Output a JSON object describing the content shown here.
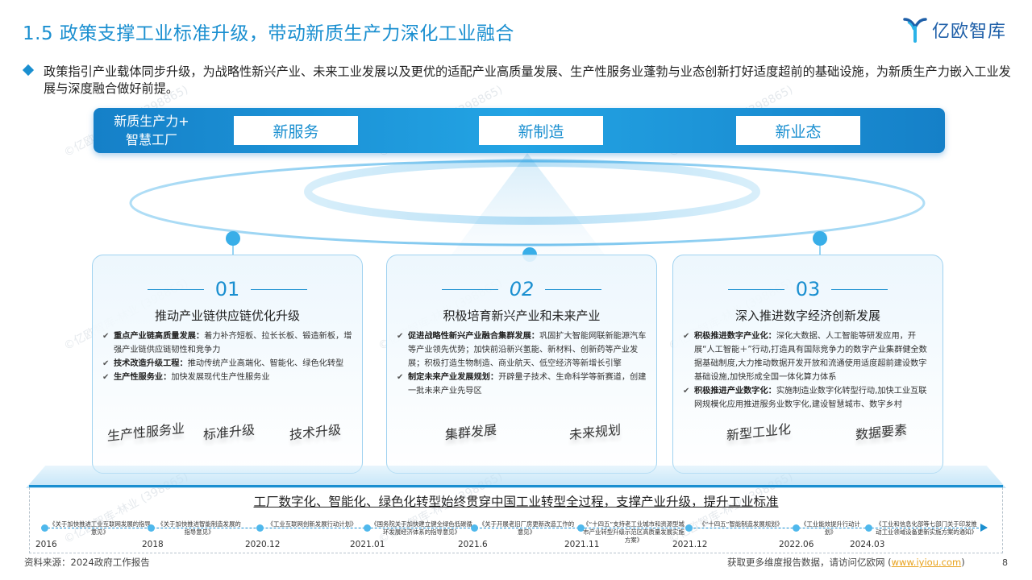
{
  "header": {
    "title": "1.5 政策支撑工业标准升级，带动新质生产力深化工业融合",
    "logo_text": "亿欧智库",
    "intro": "政策指引产业载体同步升级，为战略性新兴产业、未来工业发展以及更优的适配产业高质量发展、生产性服务业蓬勃与业态创新打好适度超前的基础设施，为新质生产力嵌入工业发展与深度融合做好前提。"
  },
  "topbar": {
    "label_line1": "新质生产力+",
    "label_line2": "智慧工厂",
    "boxes": [
      "新服务",
      "新制造",
      "新业态"
    ]
  },
  "cards": [
    {
      "num": "01",
      "title": "推动产业链供应链优化升级",
      "items": [
        {
          "bold": "重点产业链高质量发展：",
          "text": "着力补齐短板、拉长长板、锻造新板，增强产业链供应链韧性和竞争力"
        },
        {
          "bold": "技术改造升级工程：",
          "text": "推动传统产业高端化、智能化、绿色化转型"
        },
        {
          "bold": "生产性服务业：",
          "text": "加快发展现代生产性服务业"
        }
      ],
      "keywords": [
        "生产性服务业",
        "标准升级",
        "技术升级"
      ]
    },
    {
      "num": "02",
      "title": "积极培育新兴产业和未来产业",
      "items": [
        {
          "bold": "促进战略性新兴产业融合集群发展：",
          "text": "巩固扩大智能网联新能源汽车等产业领先优势；加快前沿新兴氢能、新材料、创新药等产业发展；积极打造生物制造、商业航天、低空经济等新增长引擎"
        },
        {
          "bold": "制定未来产业发展规划：",
          "text": "开辟量子技术、生命科学等新赛道，创建一批未来产业先导区"
        }
      ],
      "keywords": [
        "集群发展",
        "未来规划"
      ]
    },
    {
      "num": "03",
      "title": "深入推进数字经济创新发展",
      "items": [
        {
          "bold": "积极推进数字产业化：",
          "text": "深化大数据、人工智能等研发应用，开展“人工智能＋”行动,打造具有国际竞争力的数字产业集群健全数据基础制度,大力推动数据开发开放和流通使用适度超前建设数字基础设施,加快形成全国一体化算力体系"
        },
        {
          "bold": "积极推进产业数字化：",
          "text": "实施制造业数字化转型行动,加快工业互联网规模化应用推进服务业数字化,建设智慧城市、数字乡村"
        }
      ],
      "keywords": [
        "新型工业化",
        "数据要素"
      ]
    }
  ],
  "bottom": {
    "title": "工厂数字化、智能化、绿色化转型始终贯穿中国工业转型全过程，支撑产业升级，提升工业标准",
    "timeline": [
      {
        "year": "2016",
        "doc": "《关于加快推进工业互联网发展的指导意见》",
        "pos": "top"
      },
      {
        "year": "2018",
        "doc": "《关于加快推进智能制造发展的指导意见》",
        "pos": "top"
      },
      {
        "year": "2020.12",
        "doc": "《工业互联网创新发展行动计划》",
        "pos": "top"
      },
      {
        "year": "2021.01",
        "doc": "《国务院关于加快建立健全绿色低碳循环发展经济体系的指导意见》",
        "pos": "top"
      },
      {
        "year": "2021.6",
        "doc": "《关于开展老旧厂房更新改造工作的意见》",
        "pos": "top"
      },
      {
        "year": "2021.11",
        "doc": "《“十四五”支持老工业城市和资源型城市产业转型升级示范区高质量发展实施方案》",
        "pos": "top"
      },
      {
        "year": "2021.12",
        "doc": "《“十四五”智能制造发展规划》",
        "pos": "top"
      },
      {
        "year": "2022.06",
        "doc": "《工业能效提升行动计划》",
        "pos": "top"
      },
      {
        "year": "2024.03",
        "doc": "《工业和信息化部等七部门关于印发推动工业领域设备更新实施方案的通知》",
        "pos": "top"
      }
    ]
  },
  "footer": {
    "source": "资料来源：2024政府工作报告",
    "more_prefix": "获取更多维度报告数据，请访问亿欧网 (",
    "more_link": "www.iyiou.com",
    "more_suffix": ")",
    "page": "8"
  },
  "watermark": "©亿欧智库-林业 (398865)",
  "colors": {
    "accent": "#1a8fd0",
    "link": "#e8a21d"
  }
}
